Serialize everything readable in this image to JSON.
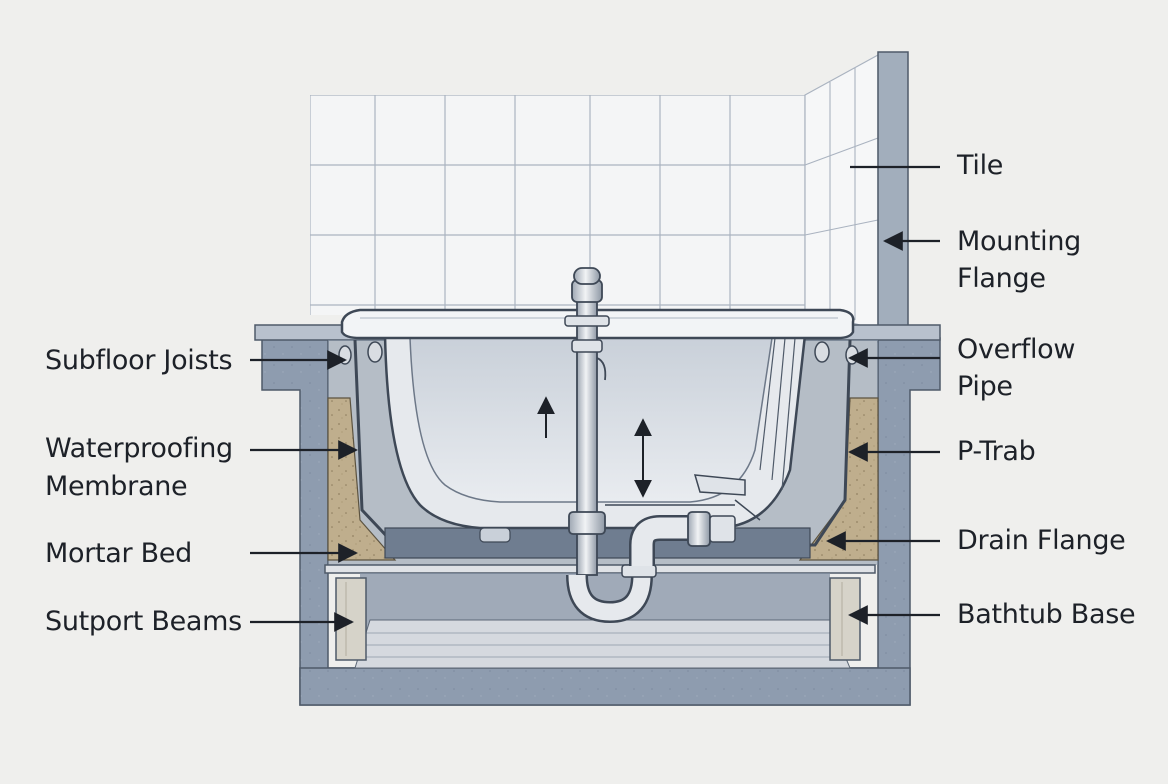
{
  "labels": {
    "left": {
      "subfloor_joists": "Subfloor Joists",
      "waterproofing_membrane": [
        "Waterproofing",
        "Membrane"
      ],
      "mortar_bed": "Mortar Bed",
      "support_beams": "Sutport Beams"
    },
    "right": {
      "tile": "Tile",
      "mounting_flange": [
        "Mounting",
        "Flange"
      ],
      "overflow_pipe": [
        "Overflow",
        "Pipe"
      ],
      "p_trap": "P-Trab",
      "drain_flange": "Drain Flange",
      "bathtub_base": "Bathtub Base"
    }
  },
  "colors": {
    "background": "#efefed",
    "concrete": "#8e9caf",
    "mortar": "#bfae8d",
    "wood": "#d6d3c9",
    "tile_grout": "#aab3c0",
    "tub": "#e6e9ed",
    "leader_line": "#1d2128"
  }
}
